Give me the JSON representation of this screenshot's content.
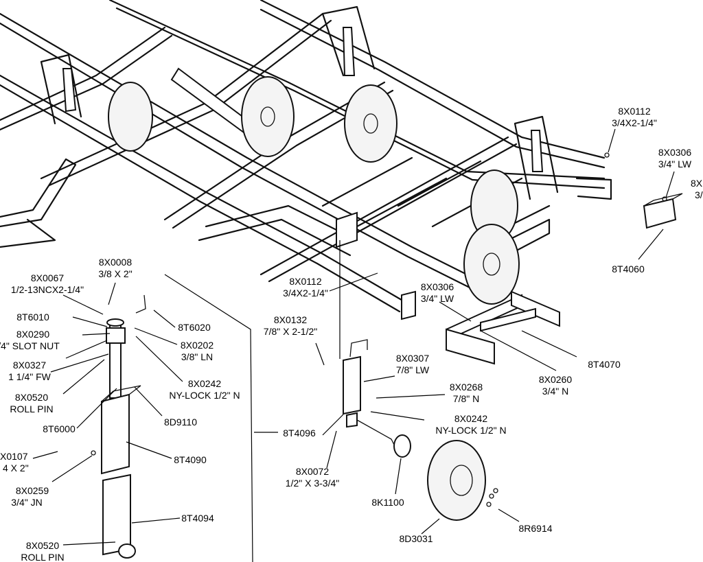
{
  "callouts": [
    {
      "id": "c1",
      "lines": [
        "8X0112",
        "3/4X2-1/4\""
      ]
    },
    {
      "id": "c2",
      "lines": [
        "8X0306",
        "3/4\" LW"
      ]
    },
    {
      "id": "c3",
      "lines": [
        "8X",
        "3/"
      ]
    },
    {
      "id": "c4",
      "lines": [
        "8T4060"
      ]
    },
    {
      "id": "c5",
      "lines": [
        "8X0008",
        "3/8 X 2\""
      ]
    },
    {
      "id": "c6",
      "lines": [
        "8X0067",
        "1/2-13NCX2-1/4\""
      ]
    },
    {
      "id": "c7",
      "lines": [
        "8T6010"
      ]
    },
    {
      "id": "c8",
      "lines": [
        "8X0290",
        "/4\" SLOT NUT"
      ]
    },
    {
      "id": "c9",
      "lines": [
        "8X0327",
        "1 1/4\" FW"
      ]
    },
    {
      "id": "c10",
      "lines": [
        "8X0520",
        "ROLL PIN"
      ]
    },
    {
      "id": "c11",
      "lines": [
        "8T6020"
      ]
    },
    {
      "id": "c12",
      "lines": [
        "8X0202",
        "3/8\" LN"
      ]
    },
    {
      "id": "c13",
      "lines": [
        "8X0242",
        "NY-LOCK 1/2\" N"
      ]
    },
    {
      "id": "c14",
      "lines": [
        "8D9110"
      ]
    },
    {
      "id": "c15",
      "lines": [
        "8T6000"
      ]
    },
    {
      "id": "c16",
      "lines": [
        "8T4090"
      ]
    },
    {
      "id": "c17",
      "lines": [
        "X0107",
        "4 X 2\""
      ]
    },
    {
      "id": "c18",
      "lines": [
        "8X0259",
        "3/4\" JN"
      ]
    },
    {
      "id": "c19",
      "lines": [
        "8T4094"
      ]
    },
    {
      "id": "c20",
      "lines": [
        "8X0520",
        "ROLL PIN"
      ]
    },
    {
      "id": "c21",
      "lines": [
        "8X0112",
        "3/4X2-1/4\""
      ]
    },
    {
      "id": "c22",
      "lines": [
        "8X0306",
        "3/4\" LW"
      ]
    },
    {
      "id": "c23",
      "lines": [
        "8X0132",
        "7/8\" X 2-1/2\""
      ]
    },
    {
      "id": "c24",
      "lines": [
        "8X0307",
        "7/8\" LW"
      ]
    },
    {
      "id": "c25",
      "lines": [
        "8X0268",
        "7/8\" N"
      ]
    },
    {
      "id": "c26",
      "lines": [
        "8X0242",
        "NY-LOCK 1/2\" N"
      ]
    },
    {
      "id": "c27",
      "lines": [
        "8T4096"
      ]
    },
    {
      "id": "c28",
      "lines": [
        "8X0072",
        "1/2\" X 3-3/4\""
      ]
    },
    {
      "id": "c29",
      "lines": [
        "8K1100"
      ]
    },
    {
      "id": "c30",
      "lines": [
        "8D3031"
      ]
    },
    {
      "id": "c31",
      "lines": [
        "8R6914"
      ]
    },
    {
      "id": "c32",
      "lines": [
        "8X0260",
        "3/4\" N"
      ]
    },
    {
      "id": "c33",
      "lines": [
        "8T4070"
      ]
    }
  ]
}
